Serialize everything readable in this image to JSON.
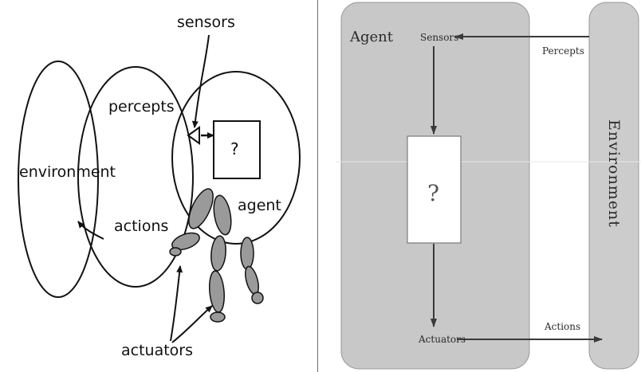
{
  "left_diagram": {
    "sensors": "sensors",
    "percepts": "percepts",
    "environment": "environment",
    "question_mark": "?",
    "agent": "agent",
    "actions": "actions",
    "actuators": "actuators"
  },
  "right_diagram": {
    "agent": "Agent",
    "sensors": "Sensors",
    "percepts": "Percepts",
    "question_mark": "?",
    "environment": "Environment",
    "actions": "Actions",
    "actuators": "Actuators"
  },
  "colors": {
    "agent_panel": "#c8c8c8",
    "environment_panel": "#cccccc",
    "limb_fill": "#9a9a9a",
    "line": "#111111"
  }
}
